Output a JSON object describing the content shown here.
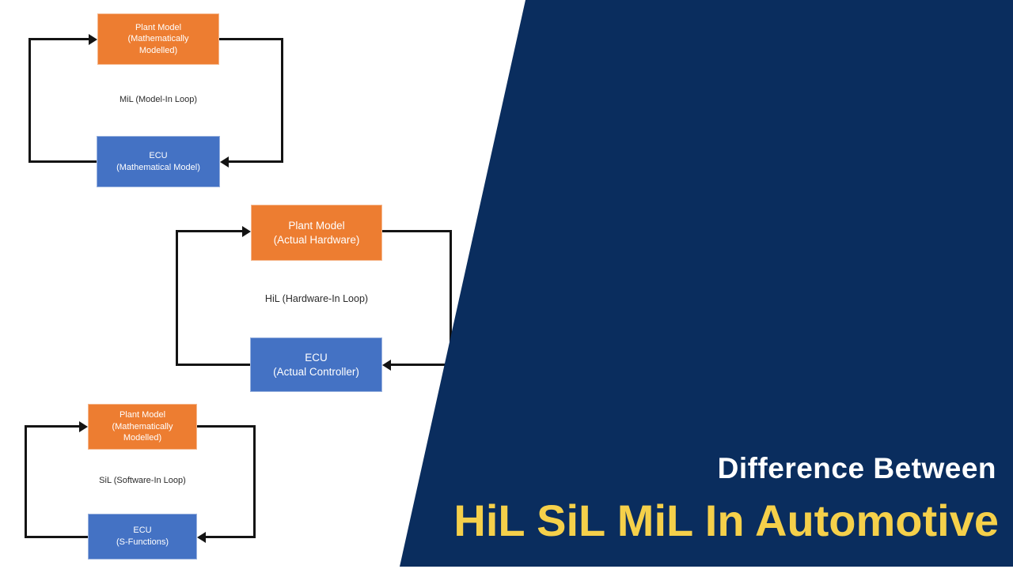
{
  "colors": {
    "navy_panel": "#0A2D5E",
    "plant_box_orange": "#ED7D31",
    "ecu_box_blue": "#4472C4",
    "title_yellow": "#F5D04A",
    "title_white": "#FFFFFF",
    "connector_black": "#141414"
  },
  "title": {
    "line1": "Difference Between",
    "line2": "HiL SiL MiL In Automotive"
  },
  "diagrams": [
    {
      "id": "mil",
      "label": "MiL (Model-In Loop)",
      "plant_text": "Plant Model\n(Mathematically\nModelled)",
      "ecu_text": "ECU\n(Mathematical Model)"
    },
    {
      "id": "hil",
      "label": "HiL (Hardware-In Loop)",
      "plant_text": "Plant Model\n(Actual Hardware)",
      "ecu_text": "ECU\n(Actual Controller)"
    },
    {
      "id": "sil",
      "label": "SiL (Software-In Loop)",
      "plant_text": "Plant Model\n(Mathematically\nModelled)",
      "ecu_text": "ECU\n(S-Functions)"
    }
  ]
}
